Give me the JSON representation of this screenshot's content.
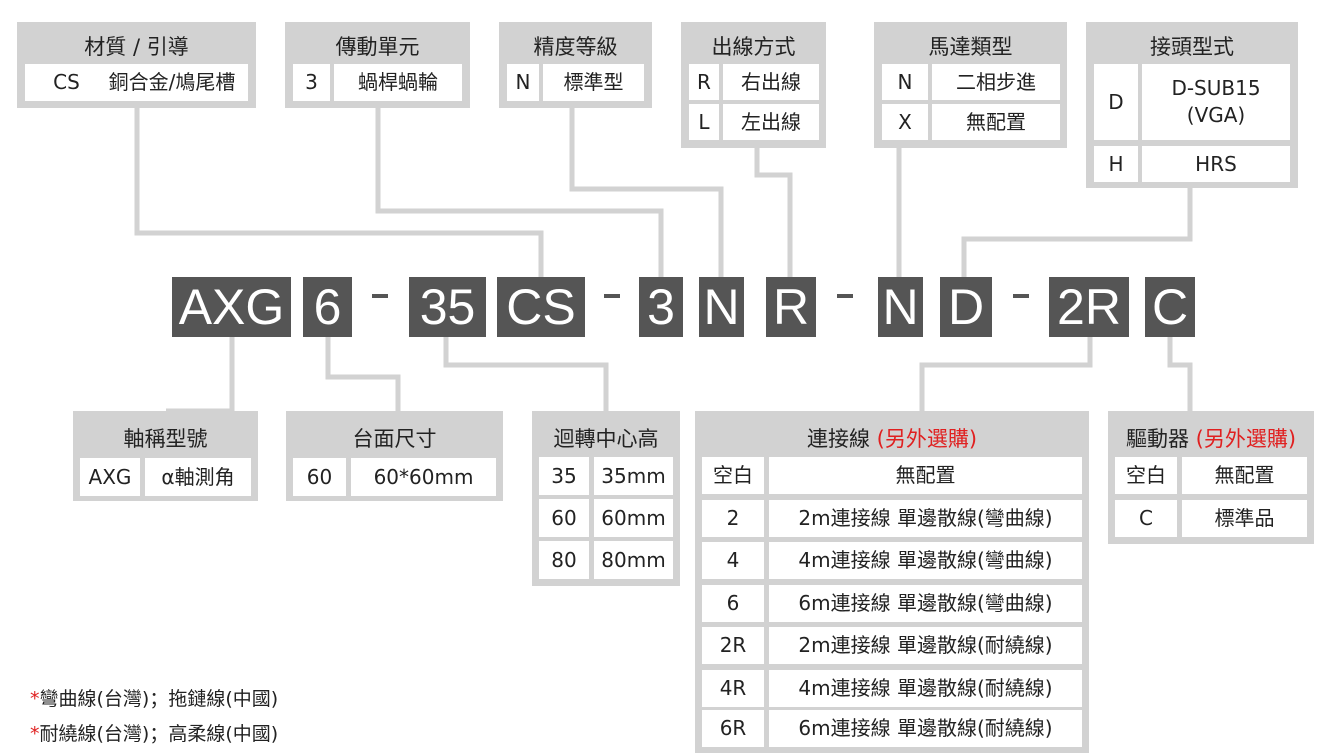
{
  "code_segments": [
    "AXG",
    "6",
    "35",
    "CS",
    "3",
    "N",
    "R",
    "N",
    "D",
    "2R",
    "C"
  ],
  "material": {
    "title": "材質 / 引導",
    "rows": [
      [
        "CS",
        "銅合金/鳩尾槽"
      ]
    ]
  },
  "drive_unit": {
    "title": "傳動單元",
    "rows": [
      [
        "3",
        "蝸桿蝸輪"
      ]
    ]
  },
  "accuracy": {
    "title": "精度等級",
    "rows": [
      [
        "N",
        "標準型"
      ]
    ]
  },
  "cable_outlet": {
    "title": "出線方式",
    "rows": [
      [
        "R",
        "右出線"
      ],
      [
        "L",
        "左出線"
      ]
    ]
  },
  "motor_type": {
    "title": "馬達類型",
    "rows": [
      [
        "N",
        "二相步進"
      ],
      [
        "X",
        "無配置"
      ]
    ]
  },
  "connector": {
    "title": "接頭型式",
    "rows": [
      [
        "D",
        "D-SUB15",
        "(VGA)"
      ],
      [
        "H",
        "HRS"
      ]
    ]
  },
  "axis_model": {
    "title": "軸稱型號",
    "rows": [
      [
        "AXG",
        "α軸測角"
      ]
    ]
  },
  "table_size": {
    "title": "台面尺寸",
    "rows": [
      [
        "60",
        "60*60mm"
      ]
    ]
  },
  "center_height": {
    "title": "迴轉中心高",
    "rows": [
      [
        "35",
        "35mm"
      ],
      [
        "60",
        "60mm"
      ],
      [
        "80",
        "80mm"
      ]
    ]
  },
  "cable": {
    "title": "連接線",
    "title_note": "(另外選購)",
    "rows": [
      [
        "空白",
        "無配置"
      ],
      [
        "2",
        "2m連接線 單邊散線(彎曲線)"
      ],
      [
        "4",
        "4m連接線 單邊散線(彎曲線)"
      ],
      [
        "6",
        "6m連接線 單邊散線(彎曲線)"
      ],
      [
        "2R",
        "2m連接線 單邊散線(耐繞線)"
      ],
      [
        "4R",
        "4m連接線 單邊散線(耐繞線)"
      ],
      [
        "6R",
        "6m連接線 單邊散線(耐繞線)"
      ]
    ]
  },
  "driver": {
    "title": "驅動器",
    "title_note": "(另外選購)",
    "rows": [
      [
        "空白",
        "無配置"
      ],
      [
        "C",
        "標準品"
      ]
    ]
  },
  "notes": [
    {
      "mark": "*",
      "text": "彎曲線(台灣)；拖鏈線(中國)"
    },
    {
      "mark": "*",
      "text": "耐繞線(台灣)；高柔線(中國)"
    }
  ],
  "colors": {
    "box": "#d2d2d2",
    "code": "#555555",
    "accent": "#e02020",
    "line": "#d2d2d2"
  }
}
